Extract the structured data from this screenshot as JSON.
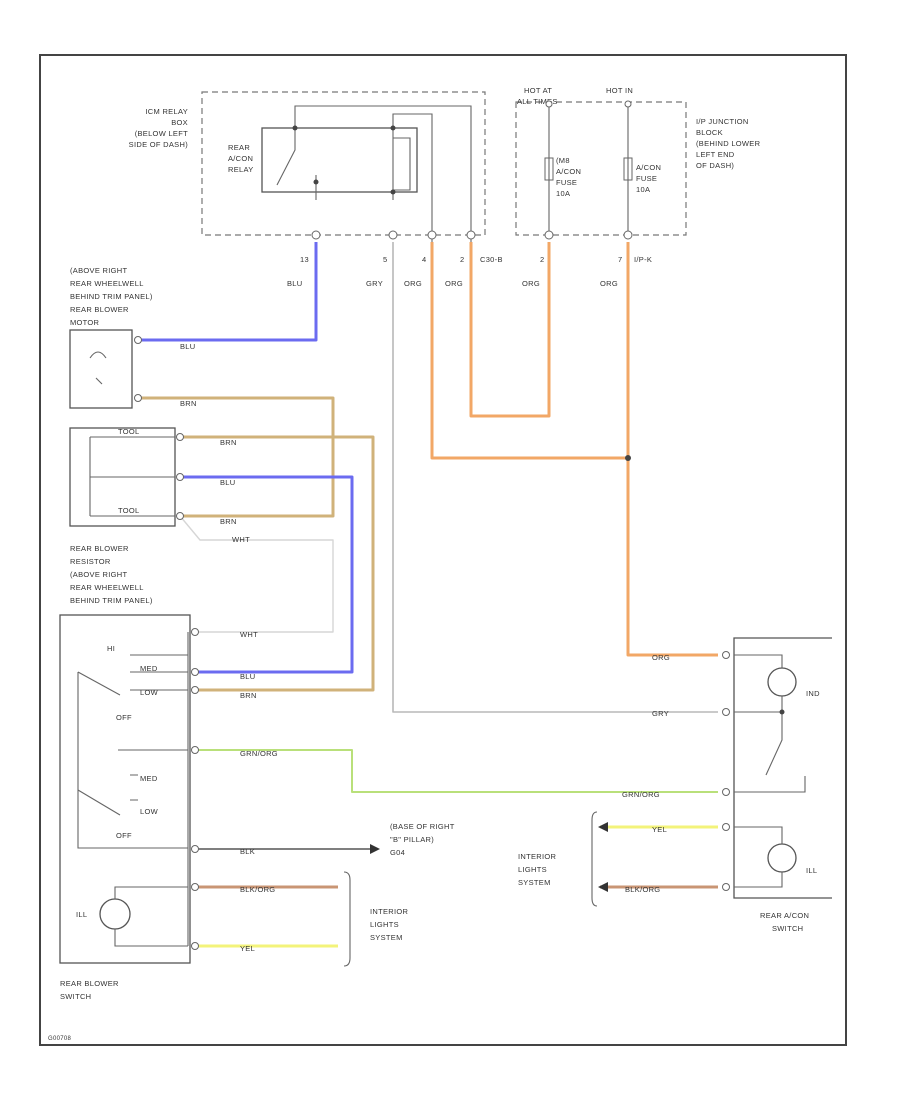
{
  "colors": {
    "blu": "#6b6bf0",
    "brn": "#d0b27a",
    "org": "#f2a766",
    "gry": "#b8b8b8",
    "wht": "#d6d6d6",
    "yel": "#f3f37a",
    "grn_org": "#b9e07a",
    "blk_org": "#c99574"
  },
  "relay_box": {
    "location": [
      "ICM RELAY",
      "BOX",
      "(BELOW LEFT",
      "SIDE OF DASH)"
    ],
    "relay_label": [
      "REAR",
      "A/CON",
      "RELAY"
    ]
  },
  "fuse_box": {
    "hot_at": [
      "HOT AT",
      "ALL TIMES"
    ],
    "hot_in": "HOT IN",
    "fuse_a": [
      "(M8",
      "A/CON",
      "FUSE",
      "10A"
    ],
    "fuse_b": [
      "A/CON",
      "FUSE",
      "10A"
    ],
    "location": [
      "I/P JUNCTION",
      "BLOCK",
      "(BEHIND LOWER",
      "LEFT END",
      "OF DASH)"
    ]
  },
  "connectors": {
    "c1": "13",
    "c1_wire": "BLU",
    "c2": "5",
    "c2_wire": "GRY",
    "c3": "4",
    "c3_wire": "ORG",
    "c4": "2",
    "c4_conn": "C30-B",
    "c4_wire": "ORG",
    "c5": "2",
    "c5_wire": "ORG",
    "c6": "7",
    "c6_conn": "I/P-K",
    "c6_wire": "ORG"
  },
  "blower_motor": {
    "location": [
      "(ABOVE RIGHT",
      "REAR WHEELWELL",
      "BEHIND TRIM PANEL)",
      "REAR BLOWER",
      "MOTOR"
    ],
    "pin_blu": "BLU",
    "pin_brn": "BRN"
  },
  "resistor": {
    "top_label": "TOOL",
    "bottom_label": "TOOL",
    "wire_1": "BRN",
    "wire_2": "BLU",
    "wire_3": "BRN",
    "wire_4": "WHT",
    "location": [
      "REAR BLOWER",
      "RESISTOR",
      "(ABOVE RIGHT",
      "REAR WHEELWELL",
      "BEHIND TRIM PANEL)"
    ]
  },
  "blower_switch": {
    "hi": "HI",
    "med_top": "MED",
    "low_top": "LOW",
    "off_top": "OFF",
    "med_bottom": "MED",
    "low_bottom": "LOW",
    "off_bottom": "OFF",
    "wire_wht": "WHT",
    "wire_blu": "BLU",
    "wire_brn": "BRN",
    "wire_grn_org": "GRN/ORG",
    "wire_blk": "BLK",
    "wire_blk_org": "BLK/ORG",
    "wire_yel": "YEL",
    "ground_label": [
      "(BASE OF RIGHT",
      "\"B\" PILLAR)",
      "G04"
    ],
    "interior": [
      "INTERIOR",
      "LIGHTS",
      "SYSTEM"
    ],
    "ill": "ILL",
    "title": [
      "REAR BLOWER",
      "SWITCH"
    ]
  },
  "acon_switch": {
    "wire_org": "ORG",
    "wire_gry": "GRY",
    "wire_grn_org": "GRN/ORG",
    "wire_yel": "YEL",
    "wire_blk_org": "BLK/ORG",
    "ind": "IND",
    "ill": "ILL",
    "interior": [
      "INTERIOR",
      "LIGHTS",
      "SYSTEM"
    ],
    "title": [
      "REAR A/CON",
      "SWITCH"
    ]
  },
  "footer_code": "G00708"
}
